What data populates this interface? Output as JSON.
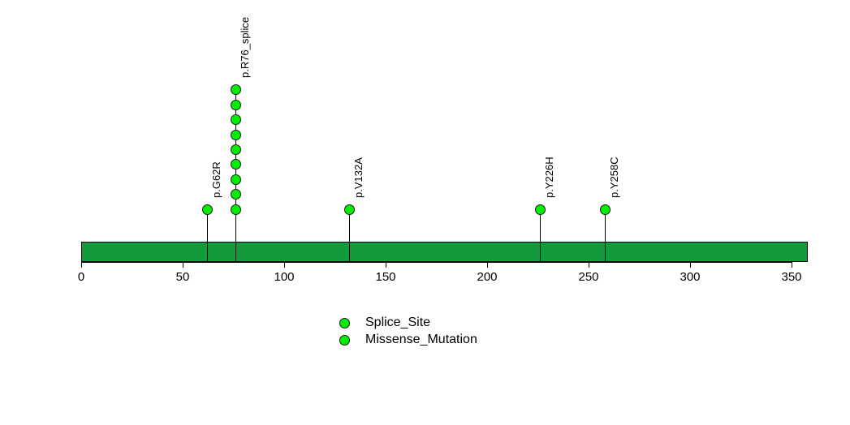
{
  "chart_data": {
    "type": "lollipop",
    "title": "",
    "xlabel": "",
    "ylabel": "",
    "xlim": [
      0,
      358
    ],
    "axis_ticks": [
      0,
      50,
      100,
      150,
      200,
      250,
      300,
      350
    ],
    "grid": false,
    "legend_position": "bottom-center",
    "protein": {
      "name": "protein-backbone",
      "start": 0,
      "end": 358,
      "color": "#149B39"
    },
    "mutations": [
      {
        "label": "p.G62R",
        "position": 62,
        "count": 1,
        "type": "Missense_Mutation",
        "color": "#00EE00"
      },
      {
        "label": "p.R76_splice",
        "position": 76,
        "count": 9,
        "type": "Splice_Site",
        "color": "#00EE00"
      },
      {
        "label": "p.V132A",
        "position": 132,
        "count": 1,
        "type": "Missense_Mutation",
        "color": "#00EE00"
      },
      {
        "label": "p.Y226H",
        "position": 226,
        "count": 1,
        "type": "Missense_Mutation",
        "color": "#00EE00"
      },
      {
        "label": "p.Y258C",
        "position": 258,
        "count": 1,
        "type": "Missense_Mutation",
        "color": "#00EE00"
      }
    ],
    "legend": [
      {
        "label": "Splice_Site",
        "color": "#00EE00"
      },
      {
        "label": "Missense_Mutation",
        "color": "#00EE00"
      }
    ]
  }
}
